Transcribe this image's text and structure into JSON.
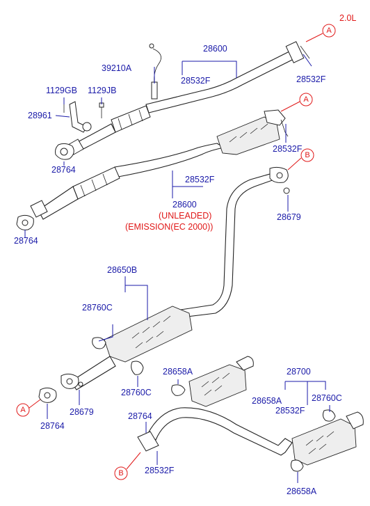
{
  "engine_label": "2.0L",
  "reference_markers": {
    "a": "A",
    "b": "B"
  },
  "labels": {
    "p28600_top": "28600",
    "p39210A": "39210A",
    "p28532F_a": "28532F",
    "p28532F_b": "28532F",
    "p1129GB": "1129GB",
    "p1129JB": "1129JB",
    "p28961": "28961",
    "p28764_a": "28764",
    "p28532F_c": "28532F",
    "p28532F_d": "28532F",
    "p28600_mid": "28600",
    "p28764_b": "28764",
    "p28679_a": "28679",
    "p28650B": "28650B",
    "p28760C_a": "28760C",
    "p28760C_b": "28760C",
    "p28764_c": "28764",
    "p28679_b": "28679",
    "p28658A_a": "28658A",
    "p28700": "28700",
    "p28658A_b": "28658A",
    "p28532F_e": "28532F",
    "p28760C_c": "28760C",
    "p28764_d": "28764",
    "p28532F_f": "28532F",
    "p28658A_c": "28658A"
  },
  "notes": {
    "unleaded": "(UNLEADED)",
    "emission": "(EMISSION(EC 2000))"
  }
}
